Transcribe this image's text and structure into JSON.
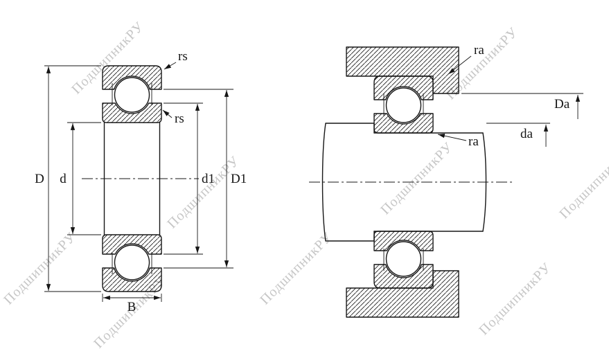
{
  "watermark": {
    "text": "ПодшипникРУ",
    "color": "#c6c6c6"
  },
  "left_view": {
    "labels": {
      "rs_outer": "rs",
      "rs_inner": "rs",
      "D": "D",
      "d": "d",
      "d1": "d1",
      "D1": "D1",
      "B": "B"
    }
  },
  "right_view": {
    "labels": {
      "ra_housing": "ra",
      "ra_shaft": "ra",
      "Da": "Da",
      "da": "da"
    }
  },
  "colors": {
    "line": "#161616",
    "background": "#ffffff",
    "watermark": "#c6c6c6"
  }
}
